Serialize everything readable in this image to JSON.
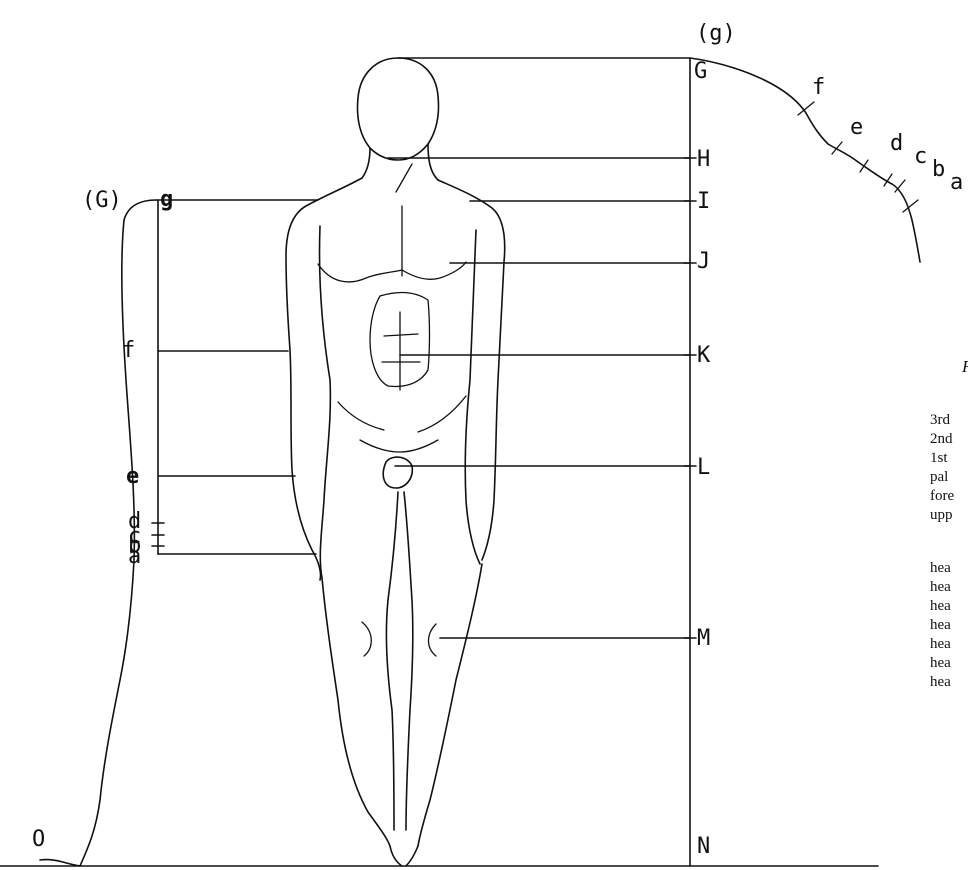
{
  "scale_right": {
    "top_label": "(g)",
    "labels": [
      "G",
      "H",
      "I",
      "J",
      "K",
      "L",
      "M",
      "N"
    ]
  },
  "scale_left": {
    "top_label": "(G)",
    "labels": [
      "g",
      "f",
      "e",
      "d",
      "c",
      "b",
      "a"
    ],
    "origin_label": "O"
  },
  "curve_labels": [
    "f",
    "e",
    "d",
    "c",
    "b",
    "a"
  ],
  "right_text": {
    "heading_fragment": "F",
    "group1": [
      "3rd",
      "2nd",
      "1st",
      "pal",
      "fore",
      "upp"
    ],
    "group2": [
      "hea",
      "hea",
      "hea",
      "hea",
      "hea",
      "hea",
      "hea"
    ]
  }
}
